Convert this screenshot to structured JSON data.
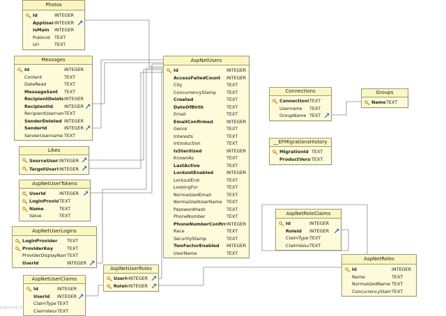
{
  "watermark": "owered b",
  "tables": [
    {
      "name": "Photos",
      "fields": [
        {
          "name": "Id",
          "type": "INTEGER",
          "pk": true,
          "bold": true
        },
        {
          "name": "AppUserId",
          "type": "INTEGER",
          "bold": true,
          "fk": true
        },
        {
          "name": "IsMain",
          "type": "INTEGER",
          "bold": true
        },
        {
          "name": "PublicId",
          "type": "TEXT"
        },
        {
          "name": "Url",
          "type": "TEXT"
        }
      ]
    },
    {
      "name": "Messages",
      "fields": [
        {
          "name": "Id",
          "type": "INTEGER",
          "pk": true,
          "bold": true
        },
        {
          "name": "Content",
          "type": "TEXT"
        },
        {
          "name": "DateRead",
          "type": "TEXT"
        },
        {
          "name": "MessageSent",
          "type": "TEXT",
          "bold": true
        },
        {
          "name": "RecipientDeleted",
          "type": "INTEGER",
          "bold": true
        },
        {
          "name": "RecipientId",
          "type": "INTEGER",
          "bold": true,
          "fk": true
        },
        {
          "name": "RecipientUsername",
          "type": "TEXT"
        },
        {
          "name": "SenderDeleted",
          "type": "INTEGER",
          "bold": true
        },
        {
          "name": "SenderId",
          "type": "INTEGER",
          "bold": true,
          "fk": true
        },
        {
          "name": "SenderUsername",
          "type": "TEXT"
        }
      ]
    },
    {
      "name": "Likes",
      "fields": [
        {
          "name": "SourceUserId",
          "type": "INTEGER",
          "pk": true,
          "bold": true,
          "fk": true
        },
        {
          "name": "TargetUserId",
          "type": "INTEGER",
          "pk": true,
          "bold": true,
          "fk": true
        }
      ]
    },
    {
      "name": "AspNetUserTokens",
      "fields": [
        {
          "name": "UserId",
          "type": "INTEGER",
          "pk": true,
          "bold": true,
          "fk": true
        },
        {
          "name": "LoginProvider",
          "type": "TEXT",
          "pk": true,
          "bold": true
        },
        {
          "name": "Name",
          "type": "TEXT",
          "pk": true,
          "bold": true
        },
        {
          "name": "Value",
          "type": "TEXT"
        }
      ]
    },
    {
      "name": "AspNetUserLogins",
      "fields": [
        {
          "name": "LoginProvider",
          "type": "TEXT",
          "pk": true,
          "bold": true
        },
        {
          "name": "ProviderKey",
          "type": "TEXT",
          "pk": true,
          "bold": true
        },
        {
          "name": "ProviderDisplayName",
          "type": "TEXT"
        },
        {
          "name": "UserId",
          "type": "INTEGER",
          "bold": true,
          "fk": true
        }
      ]
    },
    {
      "name": "AspNetUserClaims",
      "fields": [
        {
          "name": "Id",
          "type": "INTEGER",
          "pk": true,
          "bold": true
        },
        {
          "name": "UserId",
          "type": "INTEGER",
          "bold": true,
          "fk": true
        },
        {
          "name": "ClaimType",
          "type": "TEXT"
        },
        {
          "name": "ClaimValue",
          "type": "TEXT"
        }
      ]
    },
    {
      "name": "AspNetUserRoles",
      "fields": [
        {
          "name": "UserId",
          "type": "INTEGER",
          "pk": true,
          "bold": true,
          "fk": true
        },
        {
          "name": "RoleId",
          "type": "INTEGER",
          "pk": true,
          "bold": true,
          "fk": true
        }
      ]
    },
    {
      "name": "AspNetUsers",
      "fields": [
        {
          "name": "Id",
          "type": "INTEGER",
          "pk": true,
          "bold": true
        },
        {
          "name": "AccessFailedCount",
          "type": "INTEGER",
          "bold": true
        },
        {
          "name": "City",
          "type": "TEXT"
        },
        {
          "name": "ConcurrencyStamp",
          "type": "TEXT"
        },
        {
          "name": "Created",
          "type": "TEXT",
          "bold": true
        },
        {
          "name": "DateOfBirth",
          "type": "TEXT",
          "bold": true
        },
        {
          "name": "Email",
          "type": "TEXT"
        },
        {
          "name": "EmailConfirmed",
          "type": "INTEGER",
          "bold": true
        },
        {
          "name": "Genre",
          "type": "TEXT"
        },
        {
          "name": "Interests",
          "type": "TEXT"
        },
        {
          "name": "Introduction",
          "type": "TEXT"
        },
        {
          "name": "IsSterilized",
          "type": "INTEGER",
          "bold": true
        },
        {
          "name": "KnownAs",
          "type": "TEXT"
        },
        {
          "name": "LastActive",
          "type": "TEXT",
          "bold": true
        },
        {
          "name": "LockoutEnabled",
          "type": "INTEGER",
          "bold": true
        },
        {
          "name": "LockoutEnd",
          "type": "TEXT"
        },
        {
          "name": "LookingFor",
          "type": "TEXT"
        },
        {
          "name": "NormalizedEmail",
          "type": "TEXT"
        },
        {
          "name": "NormalizedUserName",
          "type": "TEXT"
        },
        {
          "name": "PasswordHash",
          "type": "TEXT"
        },
        {
          "name": "PhoneNumber",
          "type": "TEXT"
        },
        {
          "name": "PhoneNumberConfirmed",
          "type": "INTEGER",
          "bold": true
        },
        {
          "name": "Race",
          "type": "TEXT"
        },
        {
          "name": "SecurityStamp",
          "type": "TEXT"
        },
        {
          "name": "TwoFactorEnabled",
          "type": "INTEGER",
          "bold": true
        },
        {
          "name": "UserName",
          "type": "TEXT"
        }
      ]
    },
    {
      "name": "Connections",
      "fields": [
        {
          "name": "ConnectionId",
          "type": "TEXT",
          "pk": true,
          "bold": true
        },
        {
          "name": "Username",
          "type": "TEXT"
        },
        {
          "name": "GroupName",
          "type": "TEXT",
          "fk": true
        }
      ]
    },
    {
      "name": "Groups",
      "fields": [
        {
          "name": "Name",
          "type": "TEXT",
          "pk": true,
          "bold": true
        }
      ]
    },
    {
      "name": "__EFMigrationsHistory",
      "fields": [
        {
          "name": "MigrationId",
          "type": "TEXT",
          "pk": true,
          "bold": true
        },
        {
          "name": "ProductVersion",
          "type": "TEXT",
          "bold": true
        }
      ]
    },
    {
      "name": "AspNetRoleClaims",
      "fields": [
        {
          "name": "Id",
          "type": "INTEGER",
          "pk": true,
          "bold": true
        },
        {
          "name": "RoleId",
          "type": "INTEGER",
          "bold": true,
          "fk": true
        },
        {
          "name": "ClaimType",
          "type": "TEXT"
        },
        {
          "name": "ClaimValue",
          "type": "TEXT"
        }
      ]
    },
    {
      "name": "AspNetRoles",
      "fields": [
        {
          "name": "Id",
          "type": "INTEGER",
          "pk": true,
          "bold": true
        },
        {
          "name": "Name",
          "type": "TEXT"
        },
        {
          "name": "NormalizedName",
          "type": "TEXT"
        },
        {
          "name": "ConcurrencyStamp",
          "type": "TEXT"
        }
      ]
    }
  ]
}
